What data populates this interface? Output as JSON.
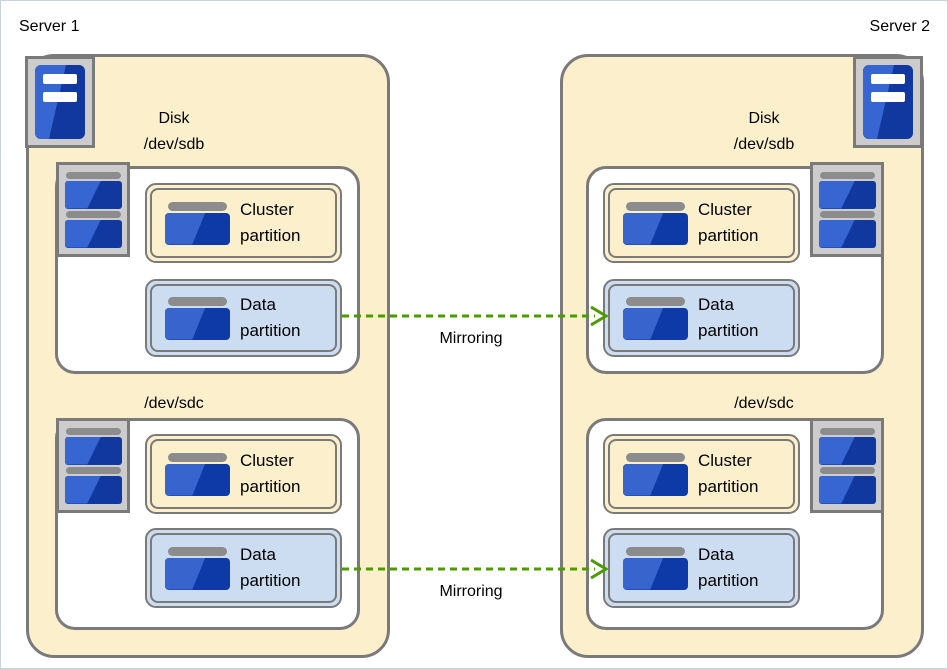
{
  "colors": {
    "server_fill": "#fcefcc",
    "cluster_partition_fill": "#fcefcc",
    "data_partition_fill": "#cdddf1",
    "box_border_gray": "#7a7a7a",
    "icon_frame_fill": "#cccccc",
    "icon_blue_light": "#3765d1",
    "icon_blue_dark": "#10389e",
    "icon_bar_gray": "#8c8c8c",
    "arrow_green": "#4c9a00",
    "text": "#000000",
    "canvas_border": "#c9d2db"
  },
  "servers": [
    {
      "label": "Server 1",
      "disks": [
        {
          "title_lines": [
            "Disk",
            "/dev/sdb"
          ],
          "partitions": [
            {
              "type": "cluster",
              "label_lines": [
                "Cluster",
                "partition"
              ]
            },
            {
              "type": "data",
              "label_lines": [
                "Data",
                "partition"
              ]
            }
          ]
        },
        {
          "title_lines": [
            "/dev/sdc"
          ],
          "partitions": [
            {
              "type": "cluster",
              "label_lines": [
                "Cluster",
                "partition"
              ]
            },
            {
              "type": "data",
              "label_lines": [
                "Data",
                "partition"
              ]
            }
          ]
        }
      ]
    },
    {
      "label": "Server 2",
      "disks": [
        {
          "title_lines": [
            "Disk",
            "/dev/sdb"
          ],
          "partitions": [
            {
              "type": "cluster",
              "label_lines": [
                "Cluster",
                "partition"
              ]
            },
            {
              "type": "data",
              "label_lines": [
                "Data",
                "partition"
              ]
            }
          ]
        },
        {
          "title_lines": [
            "/dev/sdc"
          ],
          "partitions": [
            {
              "type": "cluster",
              "label_lines": [
                "Cluster",
                "partition"
              ]
            },
            {
              "type": "data",
              "label_lines": [
                "Data",
                "partition"
              ]
            }
          ]
        }
      ]
    }
  ],
  "arrows": [
    {
      "label": "Mirroring"
    },
    {
      "label": "Mirroring"
    }
  ]
}
